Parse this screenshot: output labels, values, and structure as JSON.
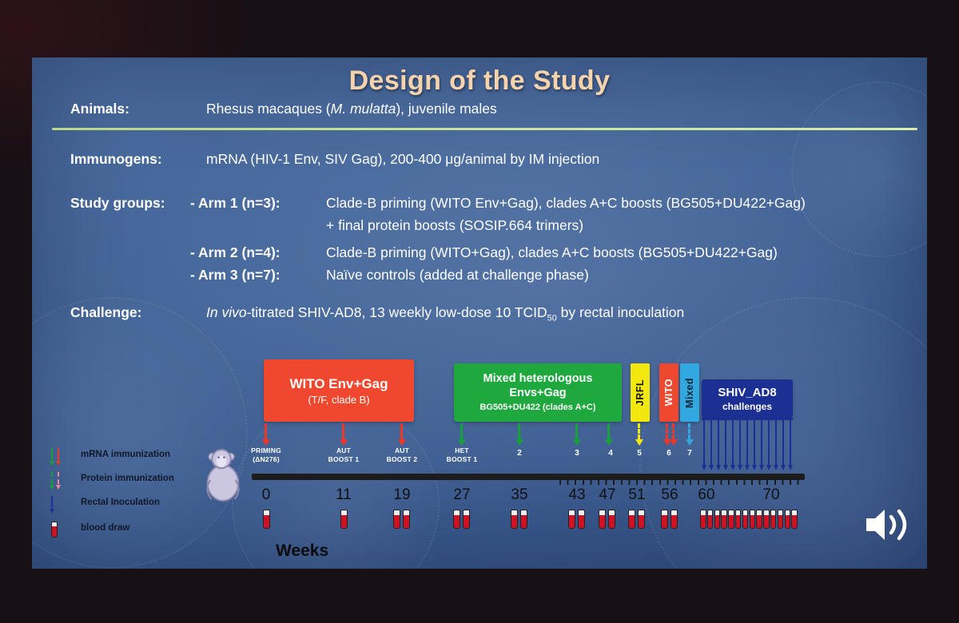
{
  "title": "Design of the Study",
  "info": {
    "animals": {
      "label": "Animals:",
      "pre": "Rhesus macaques (",
      "species": "M. mulatta",
      "post": "), juvenile males"
    },
    "immunogens": {
      "label": "Immunogens:",
      "text": "mRNA (HIV-1 Env, SIV Gag), 200-400 μg/animal by IM injection"
    },
    "study_groups": {
      "label": "Study groups:",
      "arms": [
        {
          "name": "- Arm 1 (n=3):",
          "text": "Clade-B priming (WITO Env+Gag), clades A+C boosts (BG505+DU422+Gag)",
          "text2": "+ final protein boosts (SOSIP.664 trimers)"
        },
        {
          "name": "- Arm 2 (n=4):",
          "text": "Clade-B priming (WITO+Gag), clades A+C boosts (BG505+DU422+Gag)"
        },
        {
          "name": "- Arm 3 (n=7):",
          "text": "Naïve controls (added at challenge phase)"
        }
      ]
    },
    "challenge": {
      "label": "Challenge:",
      "italic": "In vivo",
      "mid": "-titrated SHIV-AD8, 13 weekly low-dose 10 TCID",
      "sub": "50",
      "post": " by rectal inoculation"
    }
  },
  "legend": {
    "items": [
      {
        "label": "mRNA immunization"
      },
      {
        "label": "Protein immunization"
      },
      {
        "label": "Rectal Inoculation"
      },
      {
        "label": "blood draw"
      }
    ]
  },
  "diagram": {
    "boxes": {
      "wito": {
        "line1": "WITO Env+Gag",
        "line2": "(T/F, clade B)",
        "color": "#f0482e"
      },
      "mixed": {
        "line1": "Mixed heterologous",
        "line2": "Envs+Gag",
        "line3": "BG505+DU422 (clades A+C)",
        "color": "#1ea83e"
      },
      "jrfl": {
        "label": "JRFL",
        "color": "#f3e80e"
      },
      "wito_protein": {
        "label": "WITO",
        "color": "#f0482e"
      },
      "mixed_protein": {
        "label": "Mixed",
        "color": "#31a8e0"
      },
      "shiv": {
        "line1": "SHIV_AD8",
        "line2": "challenges",
        "color": "#1c2f93"
      }
    },
    "events": {
      "priming": {
        "l1": "PRIMING",
        "l2": "(ΔN276)"
      },
      "aut1": {
        "l1": "AUT",
        "l2": "BOOST 1"
      },
      "aut2": {
        "l1": "AUT",
        "l2": "BOOST 2"
      },
      "het1": {
        "l1": "HET",
        "l2": "BOOST 1"
      },
      "n2": "2",
      "n3": "3",
      "n4": "4",
      "n5": "5",
      "n6": "6",
      "n7": "7"
    },
    "weeks": [
      "0",
      "11",
      "19",
      "27",
      "35",
      "43",
      "47",
      "51",
      "56",
      "60",
      "70"
    ],
    "weeks_label": "Weeks",
    "counts": {
      "challenge_arrows": 13,
      "challenge_vials": 14,
      "vials_w0": 1,
      "vials_w11": 1,
      "vials_w19": 2,
      "vials_w27": 2,
      "vials_w35": 2,
      "vials_w43": 2,
      "vials_w47": 2,
      "vials_w51": 2,
      "vials_w56": 2
    }
  },
  "colors": {
    "slide_background": "#44659a",
    "title_text": "#f5d3ad",
    "divider_green": "#cbe49b",
    "mrna_green": "#18a13a",
    "mrna_red": "#e8392b",
    "protein_pink": "#f08a9a",
    "protein_yellow": "#f3e80e",
    "rectal_navy": "#1c2f93",
    "mixed_lightblue": "#31a8e0",
    "timeline_bar": "#1c1c1c",
    "vial_red": "#cf1124"
  }
}
